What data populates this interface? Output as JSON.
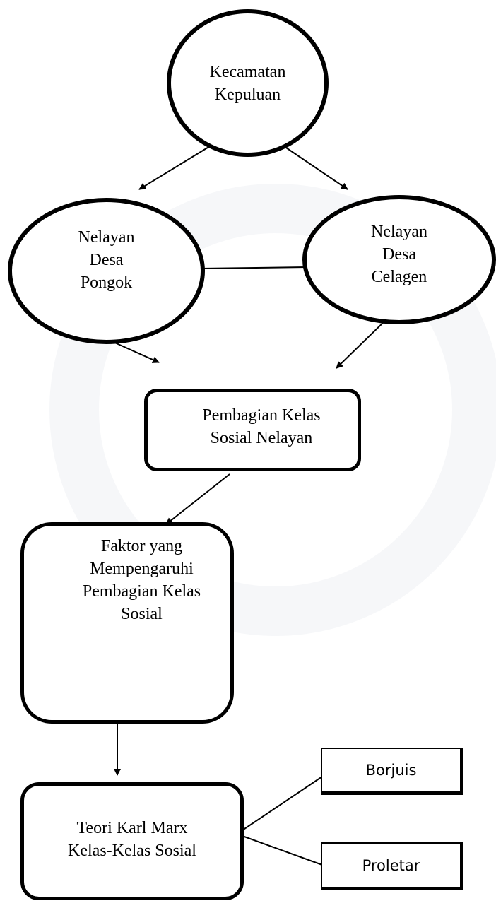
{
  "nodes": {
    "kecamatan": "Kecamatan\nKepuluan",
    "pongok": "Nelayan\nDesa\nPongok",
    "celagen": "Nelayan\nDesa\nCelagen",
    "pembagian": "Pembagian Kelas\nSosial Nelayan",
    "faktor": "Faktor yang\nMempengaruhi\nPembagian Kelas\nSosial",
    "teori": "Teori Karl Marx\nKelas-Kelas Sosial",
    "borjuis": "Borjuis",
    "proletar": "Proletar"
  },
  "colors": {
    "stroke": "#000000",
    "background": "#ffffff",
    "watermark": "#c8cdd7"
  }
}
